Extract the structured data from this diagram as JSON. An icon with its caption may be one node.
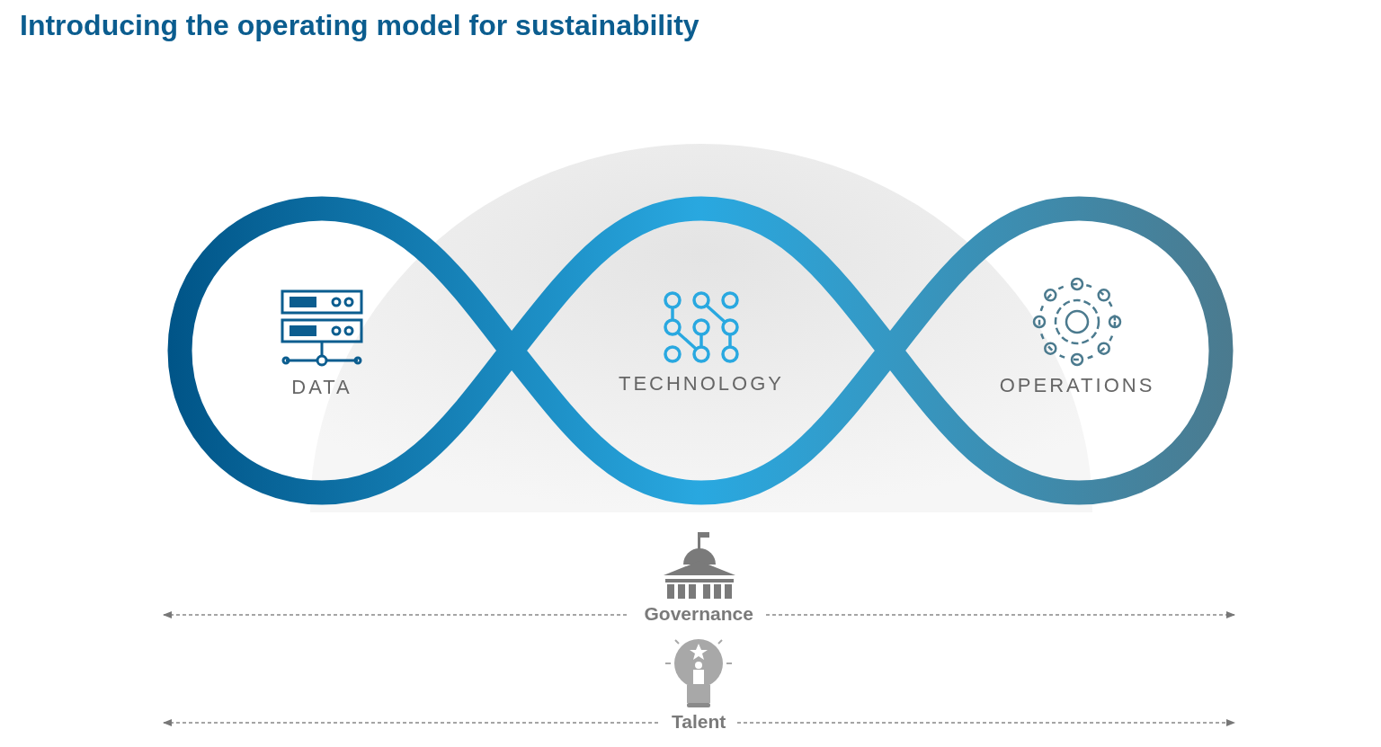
{
  "diagram": {
    "title": "Introducing the operating model for sustainability",
    "nodes": [
      {
        "text": [
          "DATA"
        ]
      },
      {
        "text": [
          "TECHNOLOGY"
        ]
      },
      {
        "text": [
          "OPERATIONS"
        ]
      }
    ],
    "labels": [
      "Governance",
      "Talent"
    ]
  }
}
